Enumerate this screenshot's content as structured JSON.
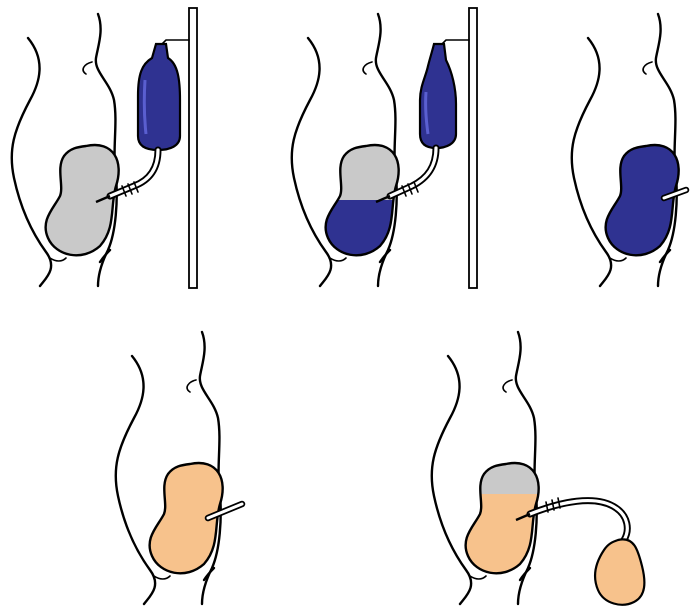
{
  "colors": {
    "empty_cavity": "#c9c9c9",
    "dialysate": "#2f3291",
    "dialysate_highlight": "#5a5fd0",
    "effluent": "#f7c28c",
    "catheter": "#ffffff",
    "outline": "#000000"
  },
  "panels": [
    {
      "stage": "cavity-empty-bag-full",
      "bag": "full-hanging",
      "cavity_fill": "empty",
      "fill_level": 0.0
    },
    {
      "stage": "inflow-in-progress",
      "bag": "partly-drained-hanging",
      "cavity_fill": "dialysate",
      "fill_level": 0.45
    },
    {
      "stage": "dwell-cavity-full",
      "bag": "none",
      "cavity_fill": "dialysate",
      "fill_level": 1.0
    },
    {
      "stage": "dwell-effluent",
      "bag": "none",
      "cavity_fill": "effluent",
      "fill_level": 1.0
    },
    {
      "stage": "outflow-drain-to-bag",
      "bag": "drain-bag-on-floor",
      "cavity_fill": "effluent",
      "fill_level": 0.72
    }
  ]
}
